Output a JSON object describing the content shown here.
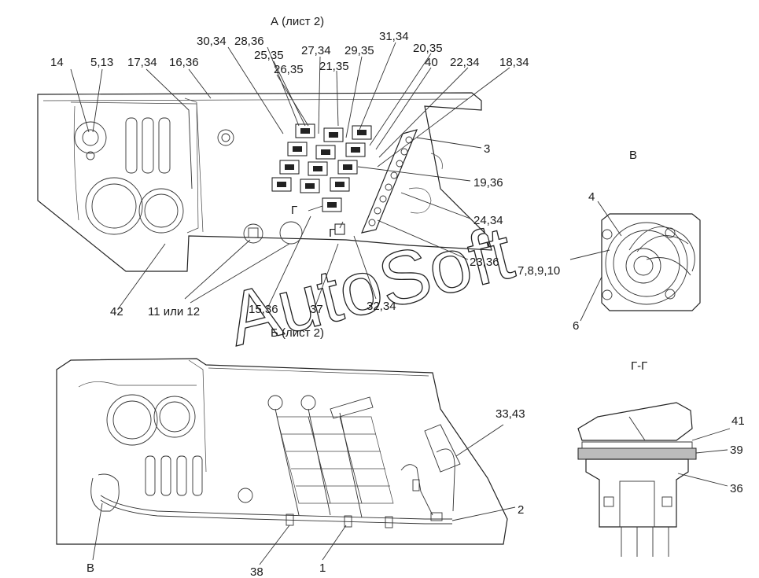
{
  "view_titles": {
    "a": "А (лист 2)",
    "b": "Б (лист 2)",
    "v": "В",
    "gg": "Г-Г"
  },
  "section_marks": {
    "g1": "Г",
    "g2": "Г"
  },
  "watermark": "AutoSoft",
  "callouts_top": {
    "c14": "14",
    "c5_13": "5,13",
    "c17_34": "17,34",
    "c16_36": "16,36",
    "c30_34": "30,34",
    "c28_36": "28,36",
    "c25_35": "25,35",
    "c26_35": "26,35",
    "c27_34": "27,34",
    "c21_35": "21,35",
    "c29_35": "29,35",
    "c31_34": "31,34",
    "c20_35": "20,35",
    "c40": "40",
    "c22_34": "22,34",
    "c18_34": "18,34",
    "c3": "3",
    "c19_36": "19,36",
    "c24_34": "24,34",
    "c23_36": "23,36",
    "c42": "42",
    "c11_12": "11 или 12",
    "c15_36": "15,36",
    "c37": "37",
    "c32_34": "32,34"
  },
  "callouts_v": {
    "c4": "4",
    "c7_10": "7,8,9,10",
    "c6": "6"
  },
  "callouts_bottom": {
    "c33_43": "33,43",
    "c2": "2",
    "cV": "В",
    "c38": "38",
    "c1": "1"
  },
  "callouts_gg": {
    "c41": "41",
    "c39": "39",
    "c36": "36"
  }
}
